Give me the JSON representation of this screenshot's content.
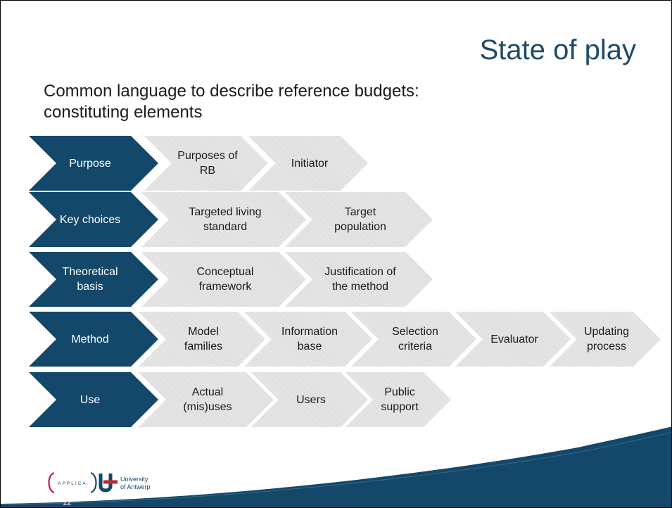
{
  "slide": {
    "title": "State of play",
    "subtitle_line1": "Common language to describe reference budgets:",
    "subtitle_line2": "constituting elements",
    "page_number": "12"
  },
  "rows": [
    {
      "category": "Purpose",
      "elements": [
        "Purposes of\nRB",
        "Initiator"
      ]
    },
    {
      "category": "Key choices",
      "elements": [
        "Targeted living\nstandard",
        "Target\npopulation"
      ]
    },
    {
      "category": "Theoretical\nbasis",
      "elements": [
        "Conceptual\nframework",
        "Justification of\nthe method"
      ]
    },
    {
      "category": "Method",
      "elements": [
        "Model\nfamilies",
        "Information\nbase",
        "Selection\ncriteria",
        "Evaluator",
        "Updating\nprocess"
      ]
    },
    {
      "category": "Use",
      "elements": [
        "Actual\n(mis)uses",
        "Users",
        "Public\nsupport"
      ]
    }
  ],
  "logos": {
    "applica": "APPLICA",
    "university_line1": "University",
    "university_line2": "of Antwerp"
  },
  "colors": {
    "dark_chevron": "#13486a",
    "light_chevron": "#dcdcdc",
    "title": "#1e4a66"
  }
}
